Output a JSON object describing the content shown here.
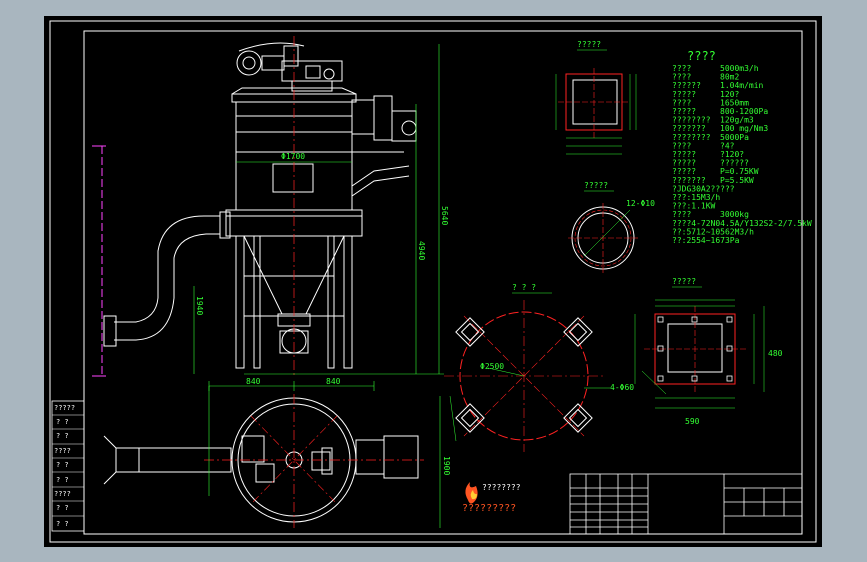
{
  "views": {
    "top_flange_title": "?????",
    "ring_title": "?????",
    "foundation_title": "? ? ?",
    "outlet_flange_title": "?????"
  },
  "specs": {
    "title": "????",
    "rows": [
      {
        "label": "????",
        "value": "5000m3/h"
      },
      {
        "label": "????",
        "value": "80m2"
      },
      {
        "label": "??????",
        "value": "1.04m/min"
      },
      {
        "label": "?????",
        "value": "120?"
      },
      {
        "label": "????",
        "value": "1650mm"
      },
      {
        "label": "?????",
        "value": "800-1200Pa"
      },
      {
        "label": "????????",
        "value": "120g/m3"
      },
      {
        "label": "???????",
        "value": "100 mg/Nm3"
      },
      {
        "label": "????????",
        "value": "5000Pa"
      },
      {
        "label": "????",
        "value": "?4?"
      },
      {
        "label": "?????",
        "value": "?120?"
      },
      {
        "label": "?????",
        "value": "??????"
      },
      {
        "label": "?????",
        "value": "P=0.75KW"
      },
      {
        "label": "???????",
        "value": "P=5.5KW"
      },
      {
        "label": "?JDG30A2?????",
        "value": ""
      },
      {
        "label": "???:15M3/h",
        "value": ""
      },
      {
        "label": "???:1.1KW",
        "value": ""
      },
      {
        "label": "????",
        "value": "3000kg"
      },
      {
        "label": "????4-72N04.5A/Y132S2-2/7.5kW",
        "value": ""
      },
      {
        "label": "??:5712~10562M3/h",
        "value": ""
      },
      {
        "label": "??:2554~1673Pa",
        "value": ""
      }
    ]
  },
  "dims": {
    "d_main": "Φ1700",
    "h_total": "5640",
    "h_side": "4940",
    "h_leg": "1940",
    "plan_w1": "840",
    "plan_w2": "840",
    "plan_h": "1900",
    "found_d": "Φ2500",
    "hole": "4-Φ60",
    "flange_w": "590",
    "flange_h": "480",
    "ring_note": "12-Φ10"
  },
  "left_table": [
    "?????",
    "? ?",
    "? ?",
    "????",
    "? ?",
    "? ?",
    "????",
    "? ?",
    "? ?"
  ],
  "logo_text": "????????",
  "logo_subtitle": "?????????",
  "colors": {
    "line": "#ffffff",
    "dim": "#33ff33",
    "center": "#ff2222",
    "border": "#ffffff",
    "accent": "#ff44ff"
  }
}
